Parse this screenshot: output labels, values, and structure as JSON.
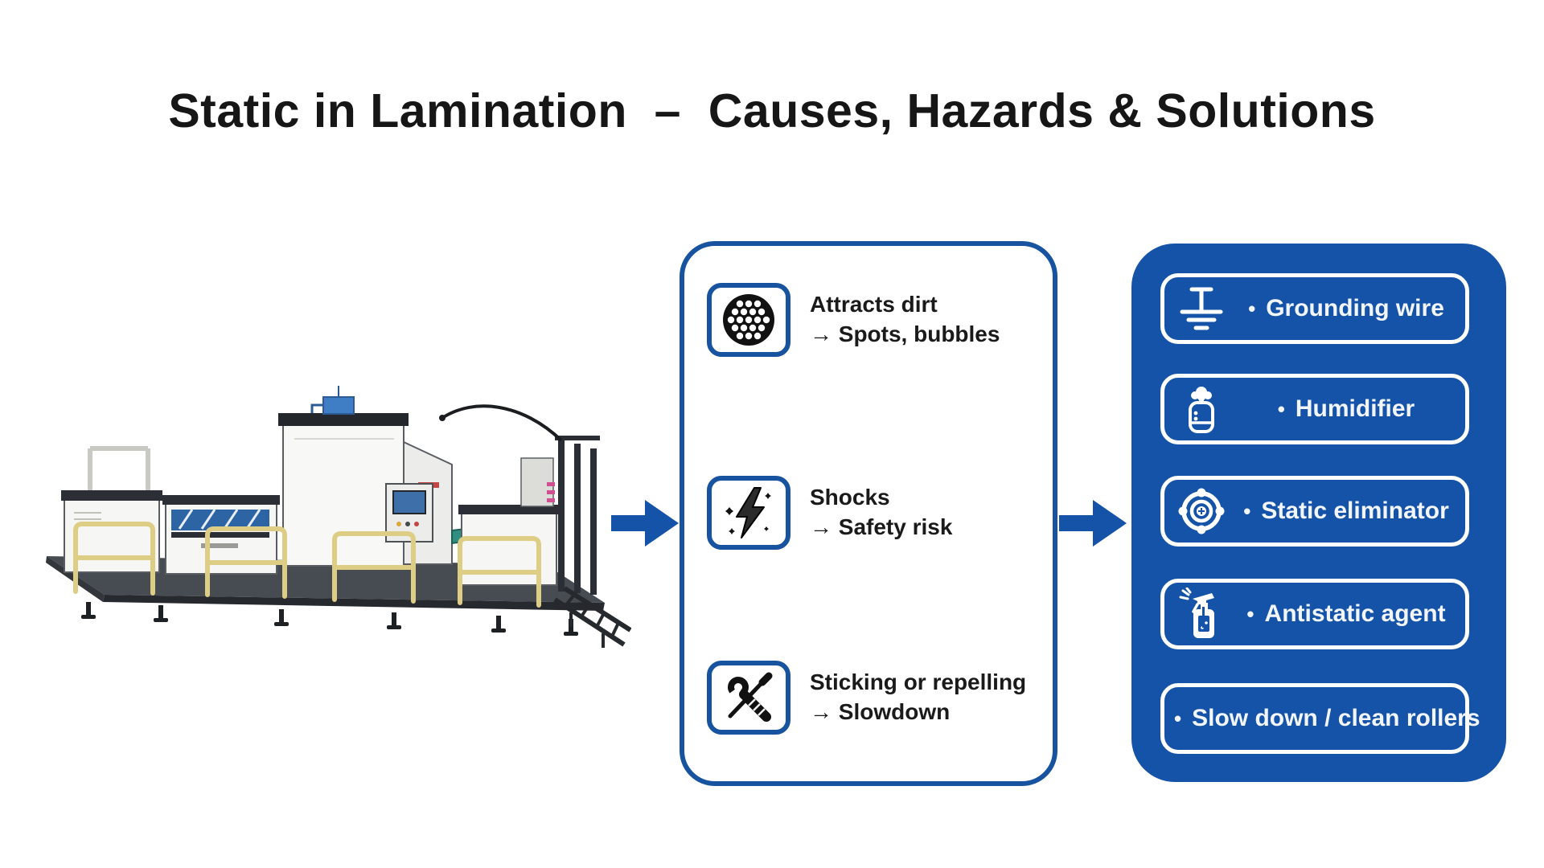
{
  "title": {
    "text": "Static in Lamination  –  Causes, Hazards & Solutions"
  },
  "colors": {
    "accent_blue": "#1553a8",
    "panel_border_blue": "#17539f",
    "solutions_panel_fill": "#1553a8",
    "text_black": "#1a1a1a",
    "text_white": "#f2f6fc",
    "machine_railing_yellow": "#decd85"
  },
  "machine": {
    "description": "industrial laminating machine"
  },
  "hazards": {
    "items": [
      {
        "icon": "dust-circle-icon",
        "line1": "Attracts dirt",
        "line2": "→ Spots, bubbles"
      },
      {
        "icon": "lightning-icon",
        "line1": "Shocks",
        "line2": "→ Safety risk"
      },
      {
        "icon": "tools-icon",
        "line1": "Sticking or repelling",
        "line2": "→ Slowdown"
      }
    ]
  },
  "solutions": {
    "items": [
      {
        "icon": "grounding-icon",
        "bullet": "•",
        "label": "Grounding wire"
      },
      {
        "icon": "humidifier-icon",
        "bullet": "•",
        "label": "Humidifier"
      },
      {
        "icon": "static-eliminator-icon",
        "bullet": "•",
        "label": "Static eliminator"
      },
      {
        "icon": "spray-bottle-icon",
        "bullet": "•",
        "label": "Antistatic agent"
      },
      {
        "icon": "",
        "bullet": "•",
        "label": "Slow down / clean rollers"
      }
    ]
  }
}
